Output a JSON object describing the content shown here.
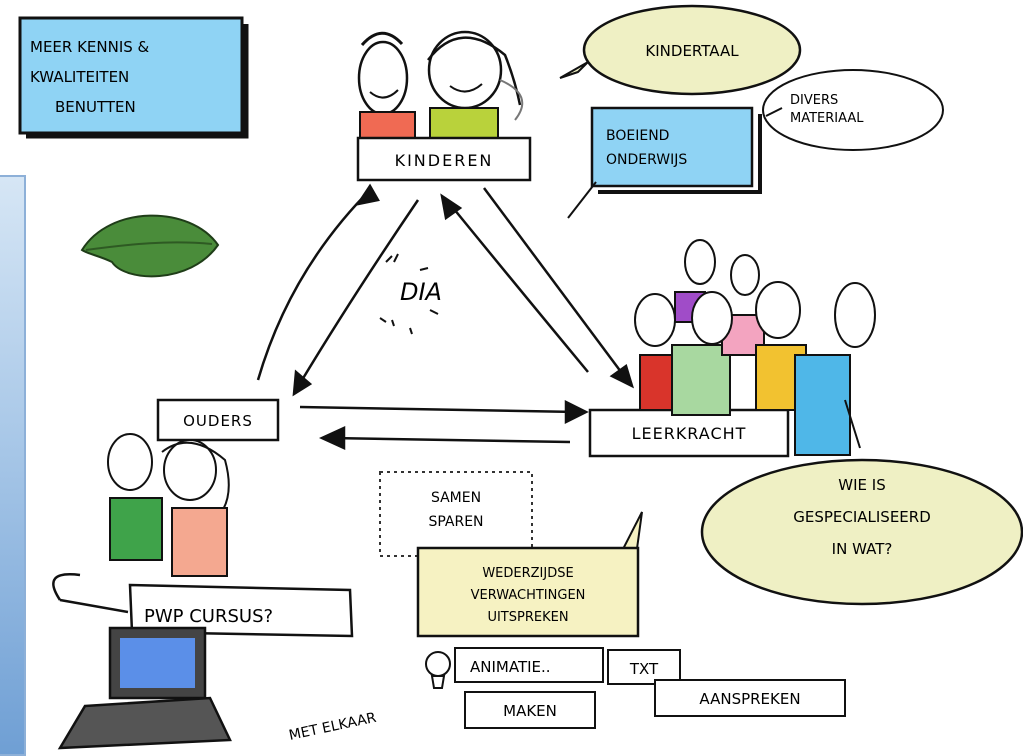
{
  "top_note": {
    "lines": [
      "MEER KENNIS &",
      "KWALITEITEN",
      "BENUTTEN"
    ]
  },
  "nodes": {
    "kinderen": "KINDEREN",
    "ouders": "OUDERS",
    "leerkracht": "LEERKRACHT"
  },
  "center_label": "DIA",
  "bubbles": {
    "kindertaal": "KINDERTAAL",
    "boeiend": [
      "BOEIEND",
      "ONDERWIJS"
    ],
    "divers": [
      "DIVERS",
      "MATERIAAL"
    ],
    "specialiseerd": [
      "WIE IS",
      "GESPECIALISEERD",
      "IN WAT?"
    ],
    "samen_sparen": [
      "SAMEN",
      "SPAREN"
    ],
    "verwachtingen": [
      "WEDERZIJDSE",
      "VERWACHTINGEN",
      "UITSPREKEN"
    ]
  },
  "pwp": "PWP CURSUS?",
  "bottom": {
    "animatie": "ANIMATIE..",
    "txt": "TXT",
    "met_elkaar": "MET ELKAAR",
    "maken": "MAKEN",
    "aanspreken": "AANSPREKEN"
  },
  "colors": {
    "blue_box": "#8fd3f4",
    "speech_green": "#eff0c4",
    "sticky_yellow": "#f6f2c2",
    "leaf": "#4a8c3a",
    "side_panel": "#6f9fd4"
  },
  "icons": [
    "leaf-icon",
    "laptop-icon",
    "lightbulb-icon"
  ]
}
